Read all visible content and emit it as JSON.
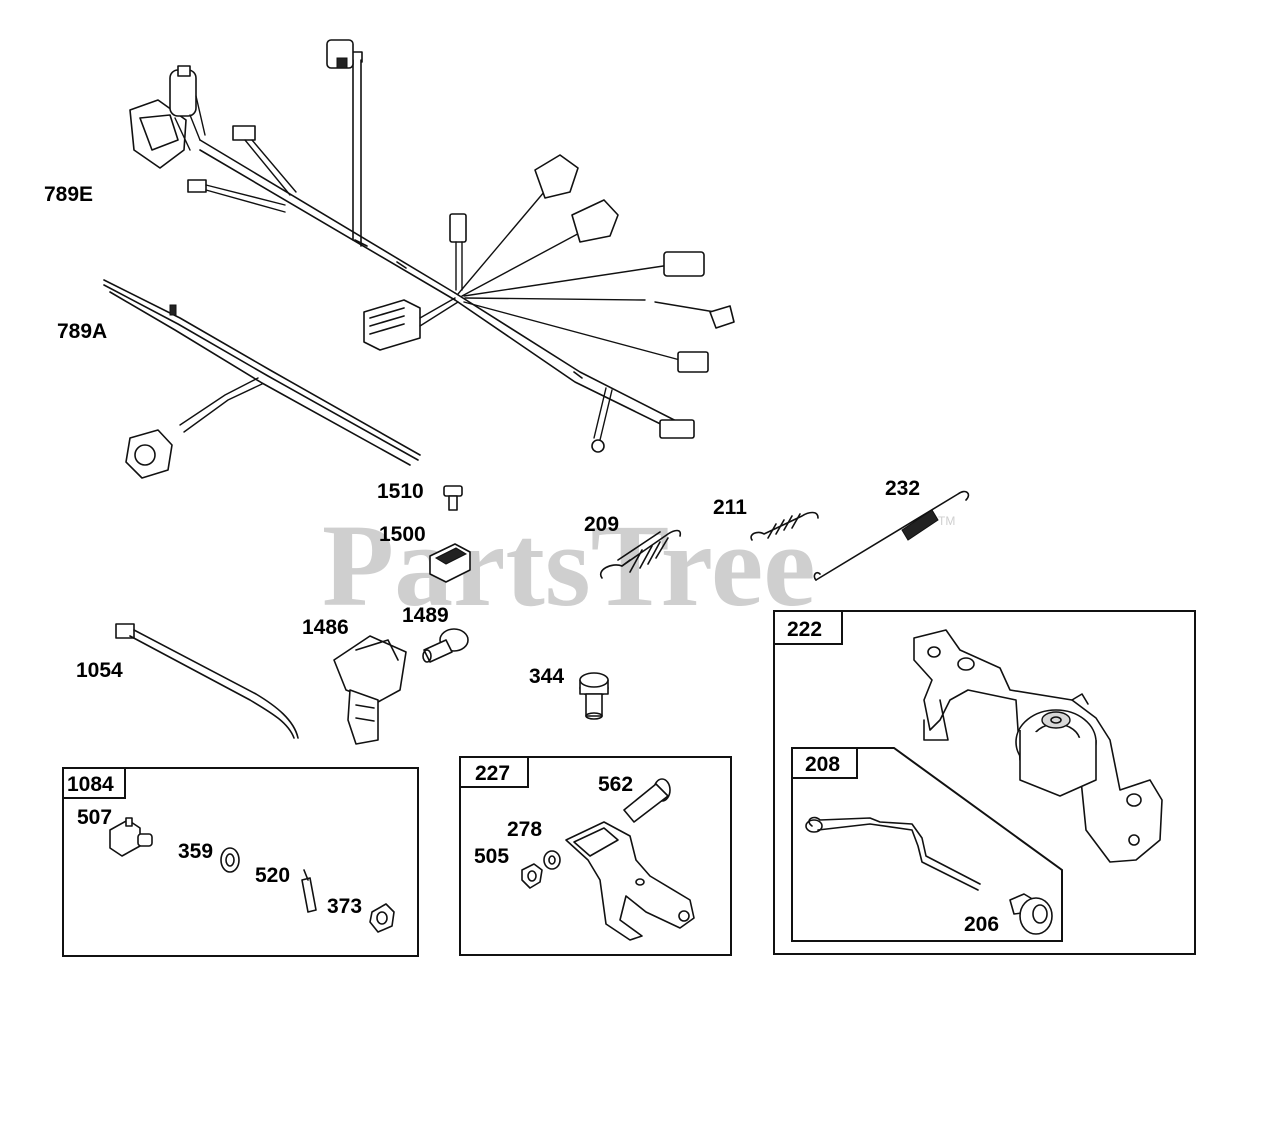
{
  "watermark": {
    "text": "PartsTree",
    "trademark": "TM"
  },
  "callouts": {
    "p789E": "789E",
    "p789A": "789A",
    "p1510": "1510",
    "p1500": "1500",
    "p209": "209",
    "p211": "211",
    "p232": "232",
    "p1486": "1486",
    "p1489": "1489",
    "p1054": "1054",
    "p344": "344",
    "p507": "507",
    "p359": "359",
    "p520": "520",
    "p373": "373",
    "p562": "562",
    "p278": "278",
    "p505": "505",
    "p206": "206"
  },
  "kits": {
    "k1084": "1084",
    "k227": "227",
    "k222": "222",
    "k208": "208"
  }
}
